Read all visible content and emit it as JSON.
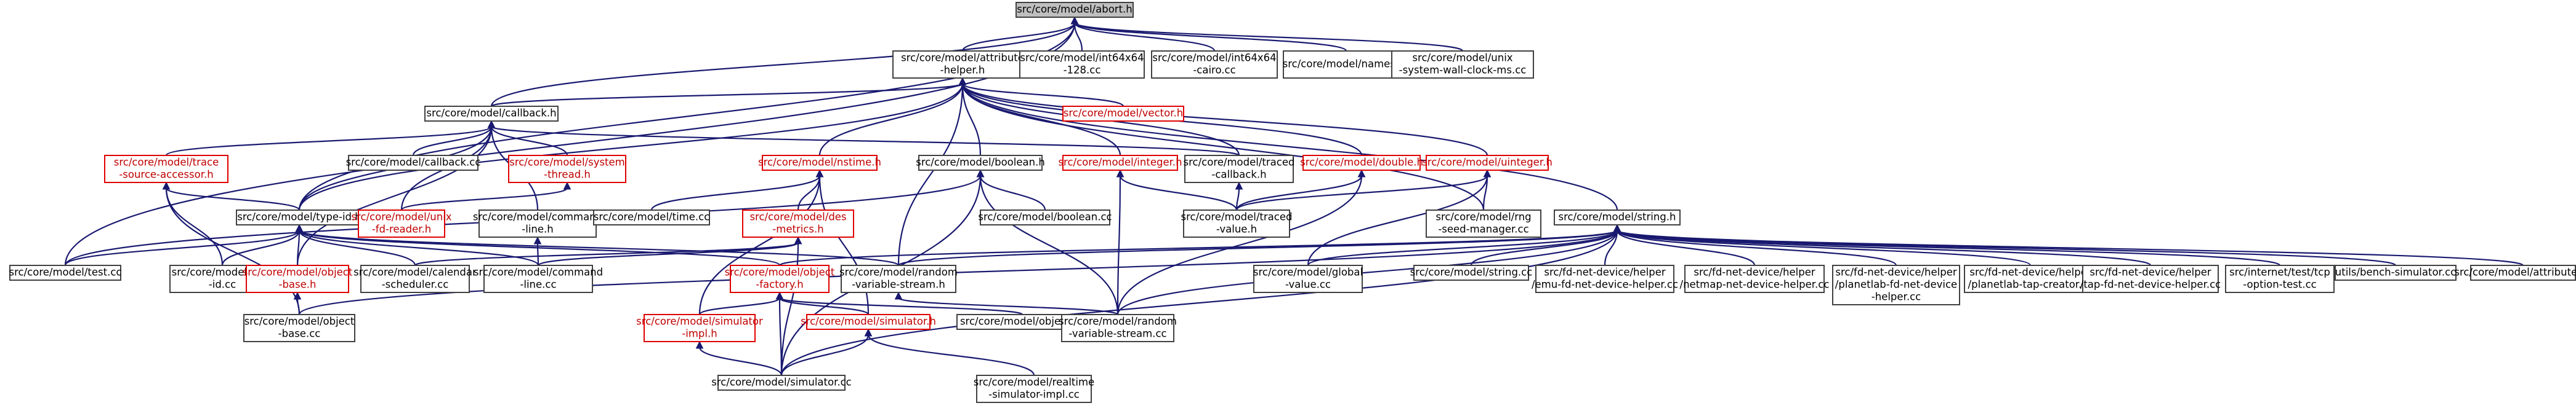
{
  "graph": {
    "nodes": [
      {
        "id": "abort",
        "lines": [
          "src/core/model/abort.h"
        ],
        "style": "root"
      },
      {
        "id": "attribute-helper",
        "lines": [
          "src/core/model/attribute",
          "-helper.h"
        ],
        "style": "normal"
      },
      {
        "id": "int64x64-128",
        "lines": [
          "src/core/model/int64x64",
          "-128.cc"
        ],
        "style": "normal"
      },
      {
        "id": "int64x64-cairo",
        "lines": [
          "src/core/model/int64x64",
          "-cairo.cc"
        ],
        "style": "normal"
      },
      {
        "id": "names",
        "lines": [
          "src/core/model/names.cc"
        ],
        "style": "normal"
      },
      {
        "id": "unix-wall-clock",
        "lines": [
          "src/core/model/unix",
          "-system-wall-clock-ms.cc"
        ],
        "style": "normal"
      },
      {
        "id": "callback",
        "lines": [
          "src/core/model/callback.h"
        ],
        "style": "normal"
      },
      {
        "id": "vector",
        "lines": [
          "src/core/model/vector.h"
        ],
        "style": "red"
      },
      {
        "id": "trace-source-accessor",
        "lines": [
          "src/core/model/trace",
          "-source-accessor.h"
        ],
        "style": "red"
      },
      {
        "id": "callback-cc",
        "lines": [
          "src/core/model/callback.cc"
        ],
        "style": "normal"
      },
      {
        "id": "system-thread",
        "lines": [
          "src/core/model/system",
          "-thread.h"
        ],
        "style": "red"
      },
      {
        "id": "nstime",
        "lines": [
          "src/core/model/nstime.h"
        ],
        "style": "red"
      },
      {
        "id": "boolean",
        "lines": [
          "src/core/model/boolean.h"
        ],
        "style": "normal"
      },
      {
        "id": "integer",
        "lines": [
          "src/core/model/integer.h"
        ],
        "style": "red"
      },
      {
        "id": "traced-callback",
        "lines": [
          "src/core/model/traced",
          "-callback.h"
        ],
        "style": "normal"
      },
      {
        "id": "double",
        "lines": [
          "src/core/model/double.h"
        ],
        "style": "red"
      },
      {
        "id": "uinteger",
        "lines": [
          "src/core/model/uinteger.h"
        ],
        "style": "red"
      },
      {
        "id": "type-id",
        "lines": [
          "src/core/model/type-id.h"
        ],
        "style": "normal"
      },
      {
        "id": "unix-fd-reader",
        "lines": [
          "src/core/model/unix",
          "-fd-reader.h"
        ],
        "style": "red"
      },
      {
        "id": "command-line-h",
        "lines": [
          "src/core/model/command",
          "-line.h"
        ],
        "style": "normal"
      },
      {
        "id": "time-cc",
        "lines": [
          "src/core/model/time.cc"
        ],
        "style": "normal"
      },
      {
        "id": "des-metrics",
        "lines": [
          "src/core/model/des",
          "-metrics.h"
        ],
        "style": "red"
      },
      {
        "id": "boolean-cc",
        "lines": [
          "src/core/model/boolean.cc"
        ],
        "style": "normal"
      },
      {
        "id": "traced-value",
        "lines": [
          "src/core/model/traced",
          "-value.h"
        ],
        "style": "normal"
      },
      {
        "id": "rng-seed-manager",
        "lines": [
          "src/core/model/rng",
          "-seed-manager.cc"
        ],
        "style": "normal"
      },
      {
        "id": "string-h",
        "lines": [
          "src/core/model/string.h"
        ],
        "style": "normal"
      },
      {
        "id": "test-cc",
        "lines": [
          "src/core/model/test.cc"
        ],
        "style": "normal"
      },
      {
        "id": "type-id-cc",
        "lines": [
          "src/core/model/type",
          "-id.cc"
        ],
        "style": "normal"
      },
      {
        "id": "object-base-h",
        "lines": [
          "src/core/model/object",
          "-base.h"
        ],
        "style": "red"
      },
      {
        "id": "calendar-scheduler",
        "lines": [
          "src/core/model/calendar",
          "-scheduler.cc"
        ],
        "style": "normal"
      },
      {
        "id": "command-line-cc",
        "lines": [
          "src/core/model/command",
          "-line.cc"
        ],
        "style": "normal"
      },
      {
        "id": "object-factory",
        "lines": [
          "src/core/model/object",
          "-factory.h"
        ],
        "style": "red"
      },
      {
        "id": "random-variable-stream-h",
        "lines": [
          "src/core/model/random",
          "-variable-stream.h"
        ],
        "style": "normal"
      },
      {
        "id": "global-value",
        "lines": [
          "src/core/model/global",
          "-value.cc"
        ],
        "style": "normal"
      },
      {
        "id": "string-cc",
        "lines": [
          "src/core/model/string.cc"
        ],
        "style": "normal"
      },
      {
        "id": "emu-fd",
        "lines": [
          "src/fd-net-device/helper",
          "/emu-fd-net-device-helper.cc"
        ],
        "style": "normal"
      },
      {
        "id": "netmap-fd",
        "lines": [
          "src/fd-net-device/helper",
          "/netmap-net-device-helper.cc"
        ],
        "style": "normal"
      },
      {
        "id": "planetlab-fd",
        "lines": [
          "src/fd-net-device/helper",
          "/planetlab-fd-net-device",
          "-helper.cc"
        ],
        "style": "normal"
      },
      {
        "id": "planetlab-tap",
        "lines": [
          "src/fd-net-device/helper",
          "/planetlab-tap-creator.cc"
        ],
        "style": "normal"
      },
      {
        "id": "tap-fd",
        "lines": [
          "src/fd-net-device/helper",
          "/tap-fd-net-device-helper.cc"
        ],
        "style": "normal"
      },
      {
        "id": "tcp-option-test",
        "lines": [
          "src/internet/test/tcp",
          "-option-test.cc"
        ],
        "style": "normal"
      },
      {
        "id": "bench-simulator",
        "lines": [
          "utils/bench-simulator.cc"
        ],
        "style": "normal"
      },
      {
        "id": "attribute-cc",
        "lines": [
          "src/core/model/attribute.cc"
        ],
        "style": "normal"
      },
      {
        "id": "object-base-cc",
        "lines": [
          "src/core/model/object",
          "-base.cc"
        ],
        "style": "normal"
      },
      {
        "id": "simulator-impl",
        "lines": [
          "src/core/model/simulator",
          "-impl.h"
        ],
        "style": "red"
      },
      {
        "id": "simulator-h",
        "lines": [
          "src/core/model/simulator.h"
        ],
        "style": "red"
      },
      {
        "id": "object-cc",
        "lines": [
          "src/core/model/object.cc"
        ],
        "style": "normal"
      },
      {
        "id": "random-variable-stream-cc",
        "lines": [
          "src/core/model/random",
          "-variable-stream.cc"
        ],
        "style": "normal"
      },
      {
        "id": "simulator-cc",
        "lines": [
          "src/core/model/simulator.cc"
        ],
        "style": "normal"
      },
      {
        "id": "realtime-simulator-impl",
        "lines": [
          "src/core/model/realtime",
          "-simulator-impl.cc"
        ],
        "style": "normal"
      }
    ],
    "edges": [
      [
        "attribute-helper",
        "abort"
      ],
      [
        "int64x64-128",
        "abort"
      ],
      [
        "int64x64-cairo",
        "abort"
      ],
      [
        "names",
        "abort"
      ],
      [
        "unix-wall-clock",
        "abort"
      ],
      [
        "callback",
        "abort"
      ],
      [
        "test-cc",
        "abort"
      ],
      [
        "type-id",
        "abort"
      ],
      [
        "vector",
        "attribute-helper"
      ],
      [
        "callback",
        "attribute-helper"
      ],
      [
        "nstime",
        "attribute-helper"
      ],
      [
        "boolean",
        "attribute-helper"
      ],
      [
        "integer",
        "attribute-helper"
      ],
      [
        "traced-callback",
        "attribute-helper"
      ],
      [
        "double",
        "attribute-helper"
      ],
      [
        "uinteger",
        "attribute-helper"
      ],
      [
        "string-h",
        "attribute-helper"
      ],
      [
        "type-id",
        "attribute-helper"
      ],
      [
        "rng-seed-manager",
        "attribute-helper"
      ],
      [
        "random-variable-stream-h",
        "attribute-helper"
      ],
      [
        "trace-source-accessor",
        "callback"
      ],
      [
        "callback-cc",
        "callback"
      ],
      [
        "system-thread",
        "callback"
      ],
      [
        "type-id",
        "callback"
      ],
      [
        "unix-fd-reader",
        "callback"
      ],
      [
        "command-line-h",
        "callback"
      ],
      [
        "traced-callback",
        "callback"
      ],
      [
        "object-base-h",
        "callback"
      ],
      [
        "type-id",
        "trace-source-accessor"
      ],
      [
        "type-id-cc",
        "trace-source-accessor"
      ],
      [
        "object-base-cc",
        "trace-source-accessor"
      ],
      [
        "unix-fd-reader",
        "system-thread"
      ],
      [
        "time-cc",
        "nstime"
      ],
      [
        "des-metrics",
        "nstime"
      ],
      [
        "simulator-h",
        "nstime"
      ],
      [
        "simulator-impl",
        "nstime"
      ],
      [
        "boolean-cc",
        "boolean"
      ],
      [
        "test-cc",
        "boolean"
      ],
      [
        "random-variable-stream-cc",
        "boolean"
      ],
      [
        "simulator-cc",
        "boolean"
      ],
      [
        "traced-value",
        "integer"
      ],
      [
        "random-variable-stream-cc",
        "integer"
      ],
      [
        "traced-value",
        "traced-callback"
      ],
      [
        "traced-value",
        "double"
      ],
      [
        "random-variable-stream-cc",
        "double"
      ],
      [
        "traced-value",
        "uinteger"
      ],
      [
        "rng-seed-manager",
        "uinteger"
      ],
      [
        "global-value",
        "uinteger"
      ],
      [
        "test-cc",
        "type-id"
      ],
      [
        "type-id-cc",
        "type-id"
      ],
      [
        "object-base-h",
        "type-id"
      ],
      [
        "calendar-scheduler",
        "type-id"
      ],
      [
        "command-line-cc",
        "type-id"
      ],
      [
        "object-factory",
        "type-id"
      ],
      [
        "random-variable-stream-h",
        "type-id"
      ],
      [
        "command-line-cc",
        "command-line-h"
      ],
      [
        "calendar-scheduler",
        "des-metrics"
      ],
      [
        "command-line-cc",
        "des-metrics"
      ],
      [
        "simulator-cc",
        "des-metrics"
      ],
      [
        "object-base-cc",
        "object-base-h"
      ],
      [
        "simulator-impl",
        "object-factory"
      ],
      [
        "simulator-h",
        "object-factory"
      ],
      [
        "object-cc",
        "object-factory"
      ],
      [
        "simulator-cc",
        "object-factory"
      ],
      [
        "random-variable-stream-cc",
        "random-variable-stream-h"
      ],
      [
        "object-base-cc",
        "string-h"
      ],
      [
        "object-factory",
        "string-h"
      ],
      [
        "random-variable-stream-h",
        "string-h"
      ],
      [
        "global-value",
        "string-h"
      ],
      [
        "string-cc",
        "string-h"
      ],
      [
        "emu-fd",
        "string-h"
      ],
      [
        "netmap-fd",
        "string-h"
      ],
      [
        "planetlab-fd",
        "string-h"
      ],
      [
        "planetlab-tap",
        "string-h"
      ],
      [
        "tap-fd",
        "string-h"
      ],
      [
        "tcp-option-test",
        "string-h"
      ],
      [
        "bench-simulator",
        "string-h"
      ],
      [
        "attribute-cc",
        "string-h"
      ],
      [
        "random-variable-stream-cc",
        "string-h"
      ],
      [
        "simulator-cc",
        "string-h"
      ],
      [
        "simulator-cc",
        "simulator-impl"
      ],
      [
        "simulator-cc",
        "simulator-h"
      ],
      [
        "realtime-simulator-impl",
        "simulator-h"
      ]
    ]
  }
}
